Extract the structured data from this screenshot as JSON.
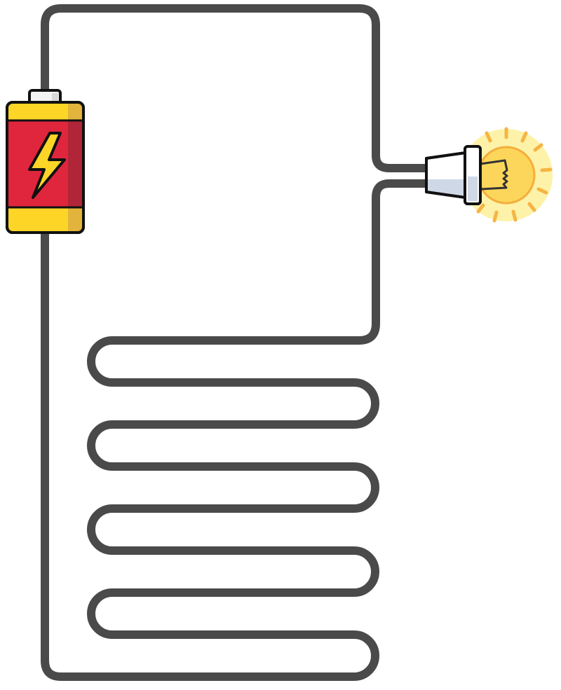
{
  "diagram": {
    "type": "circuit",
    "components": [
      {
        "name": "battery",
        "icon": "battery-lightning-icon"
      },
      {
        "name": "light-bulb",
        "icon": "light-bulb-icon",
        "state": "lit"
      },
      {
        "name": "coiled-wire",
        "shape": "zigzag"
      }
    ],
    "wire_color": "#4a4a4a",
    "battery_colors": {
      "body": "#e0263d",
      "body_shade": "#b02638",
      "cap": "#fcd527",
      "cap_shade": "#e2b43c",
      "terminal": "#f3f3f3",
      "bolt": "#fcd527"
    },
    "bulb_colors": {
      "glow": "#fdf2a8",
      "glass": "#fcd65a",
      "glass_edge": "#f4ae3c",
      "rays": "#f6b444",
      "socket": "#ffffff",
      "socket_shade": "#cfd8e6",
      "filament": "#333333"
    }
  }
}
